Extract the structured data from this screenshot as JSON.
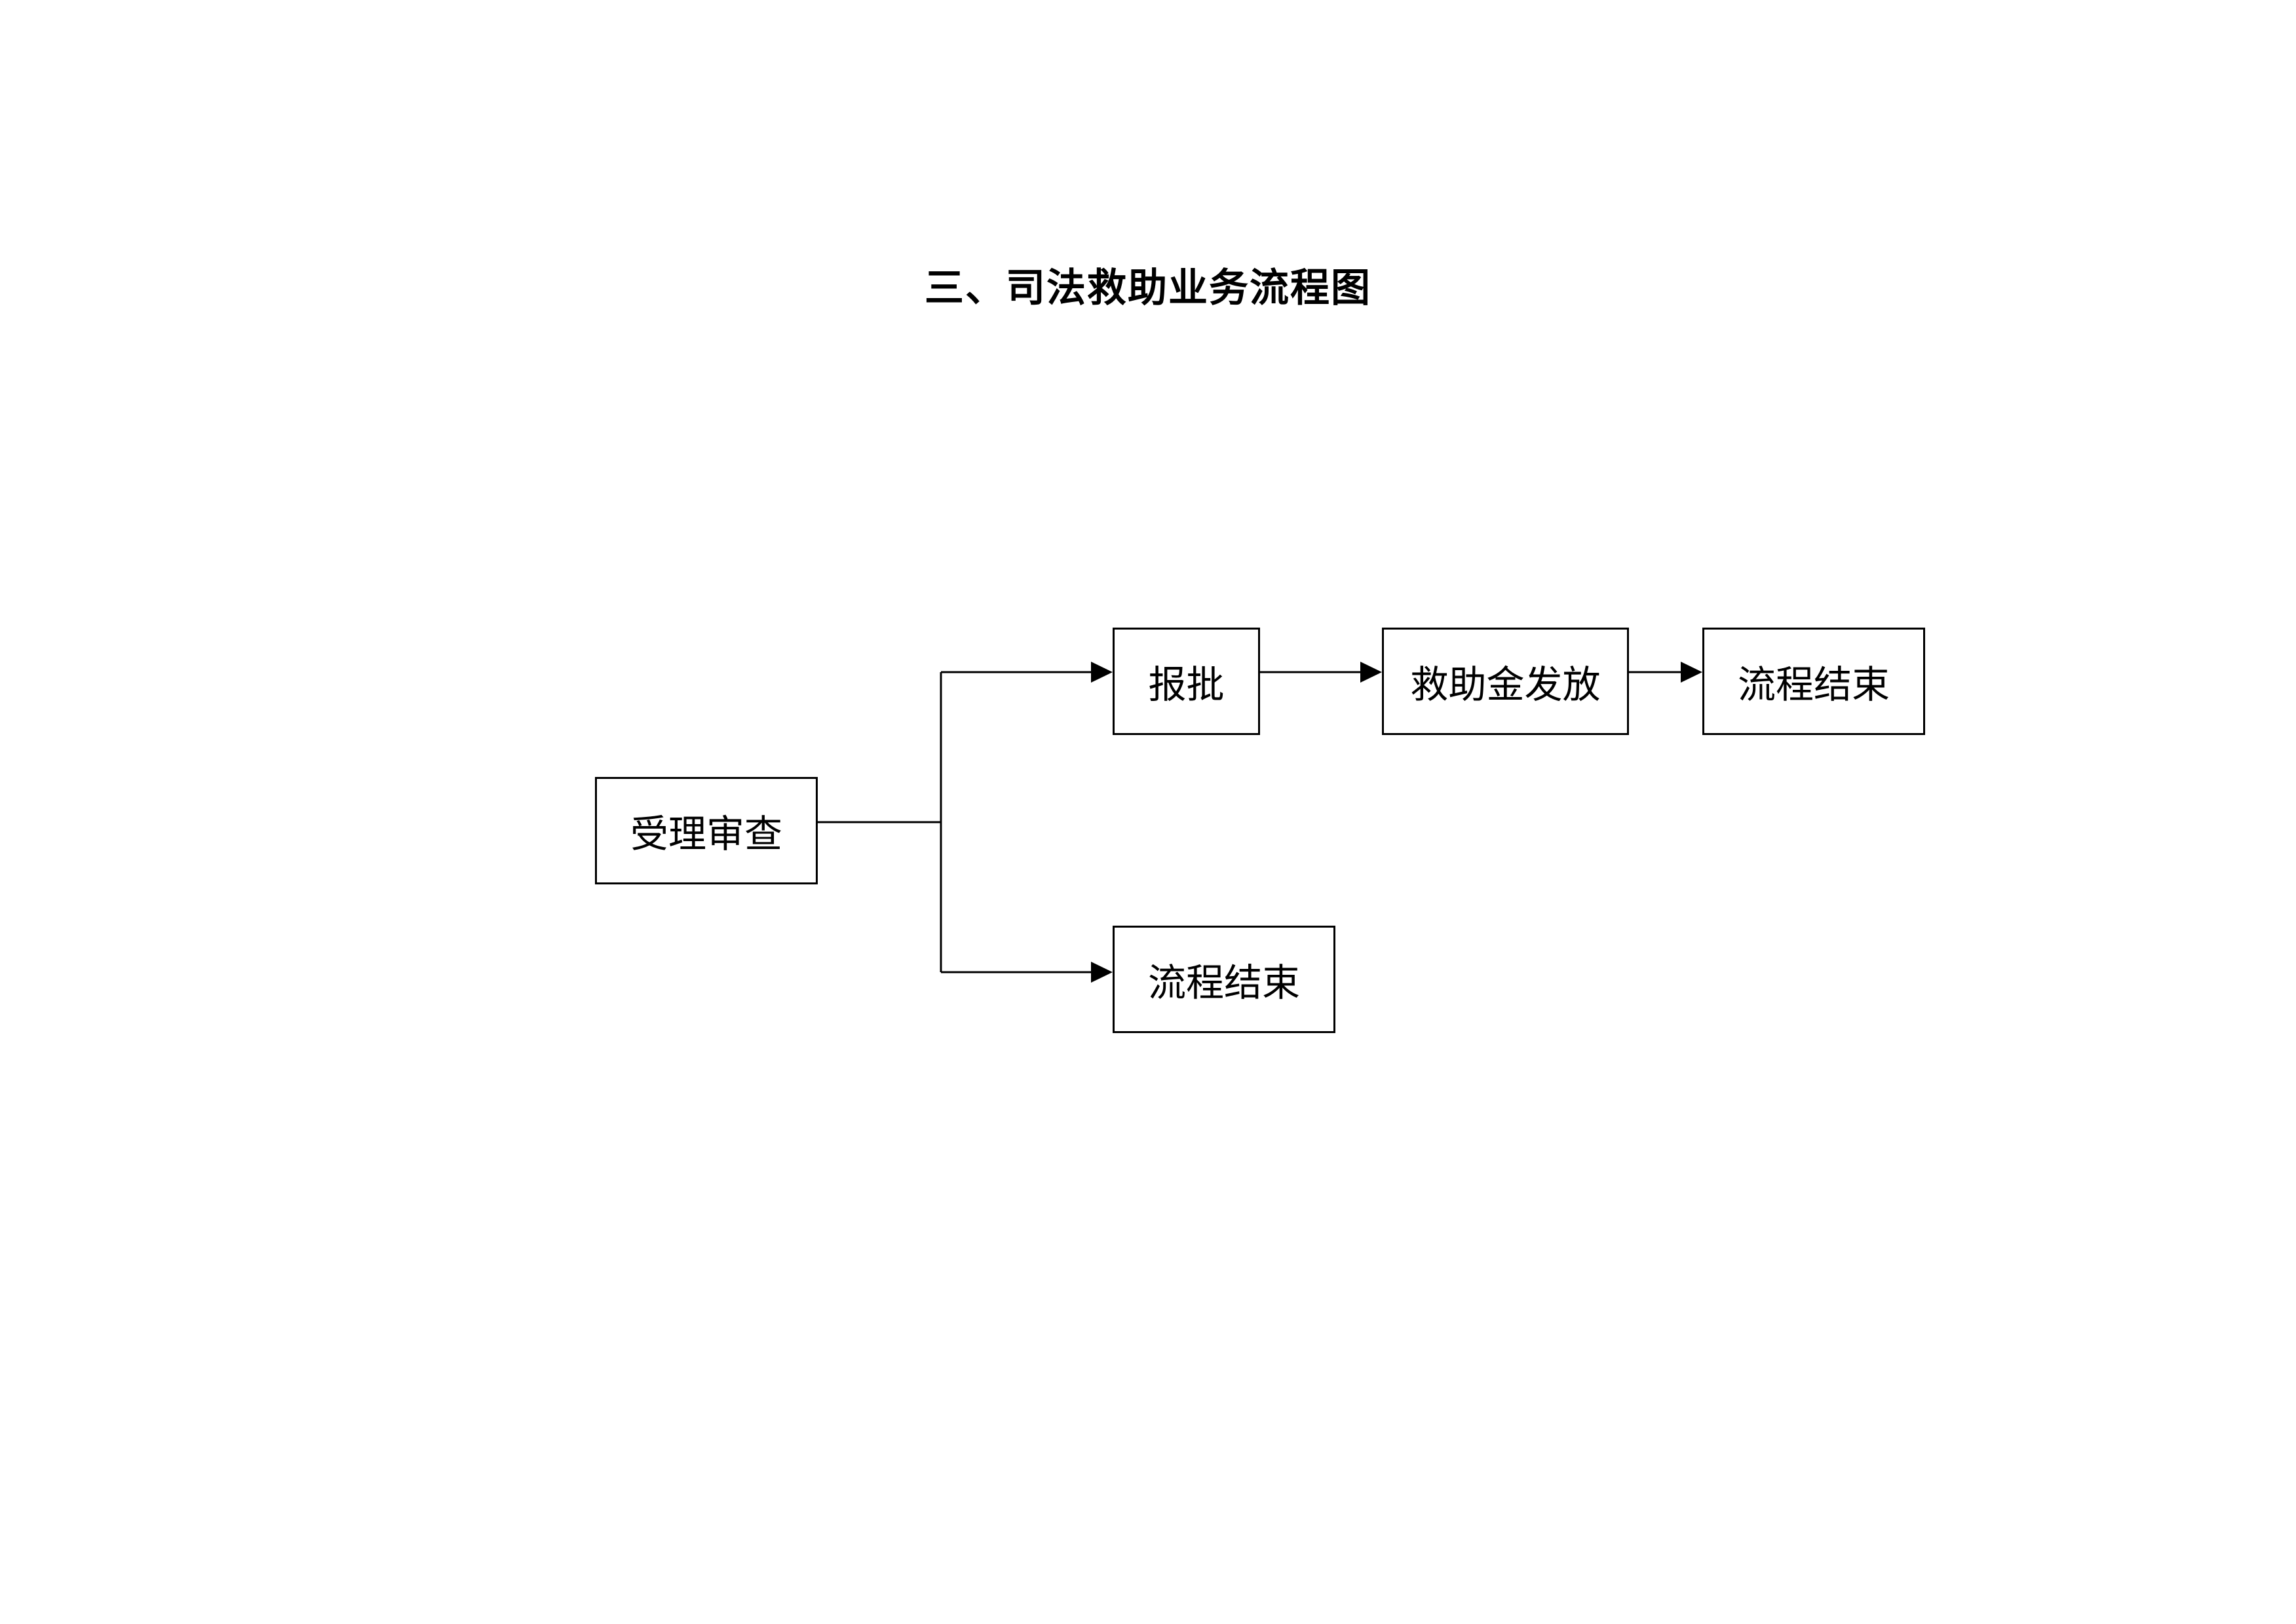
{
  "title": "三、司法救助业务流程图",
  "nodes": {
    "accept_review": "受理审查",
    "report_approve": "报批",
    "aid_disburse": "救助金发放",
    "end_top": "流程结束",
    "end_bottom": "流程结束"
  },
  "colors": {
    "line": "#000000",
    "background": "#ffffff"
  }
}
